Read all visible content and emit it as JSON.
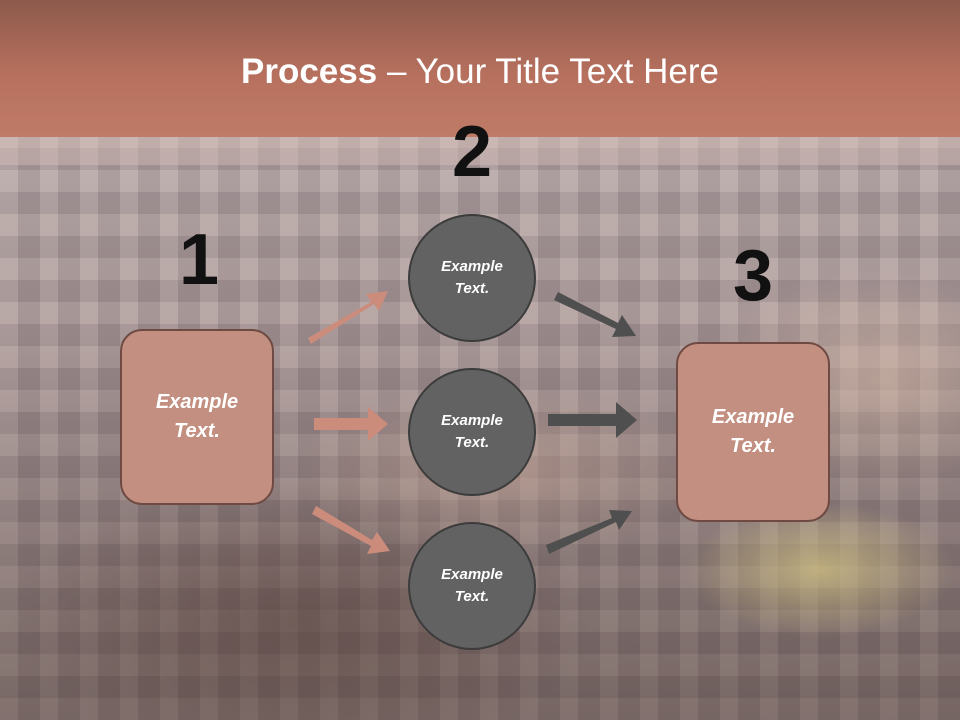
{
  "title": {
    "bold": "Process",
    "rest": " – Your Title Text Here"
  },
  "steps": [
    {
      "number": "1",
      "text": "Example Text."
    },
    {
      "number": "2",
      "items": [
        "Example Text.",
        "Example Text.",
        "Example Text."
      ]
    },
    {
      "number": "3",
      "text": "Example Text."
    }
  ],
  "colors": {
    "box": "#c28f80",
    "circle": "#626262",
    "arrow_in": "#cc8c7c",
    "arrow_out": "#4f4f4f",
    "title_bar": "#b7705e"
  }
}
